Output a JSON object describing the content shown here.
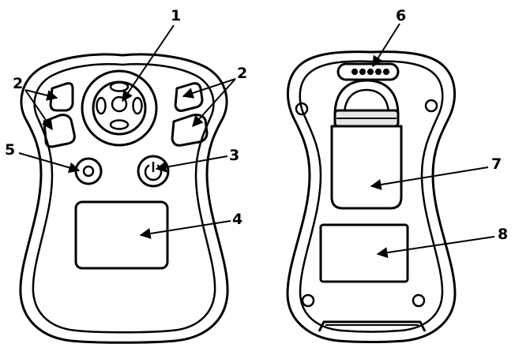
{
  "figure": {
    "callouts": {
      "c1": "1",
      "c2_left": "2",
      "c2_right": "2",
      "c3": "3",
      "c4": "4",
      "c5": "5",
      "c6": "6",
      "c7": "7",
      "c8": "8"
    },
    "parts": [
      {
        "id": "1",
        "name": "navigation-pad"
      },
      {
        "id": "2",
        "name": "side-buttons"
      },
      {
        "id": "3",
        "name": "power-button"
      },
      {
        "id": "4",
        "name": "display-screen"
      },
      {
        "id": "5",
        "name": "round-button"
      },
      {
        "id": "6",
        "name": "charging-contacts"
      },
      {
        "id": "7",
        "name": "belt-clip"
      },
      {
        "id": "8",
        "name": "label-area"
      }
    ],
    "colors": {
      "stroke": "#000000",
      "background": "#ffffff",
      "clip_fill": "#e6e6e6"
    }
  }
}
